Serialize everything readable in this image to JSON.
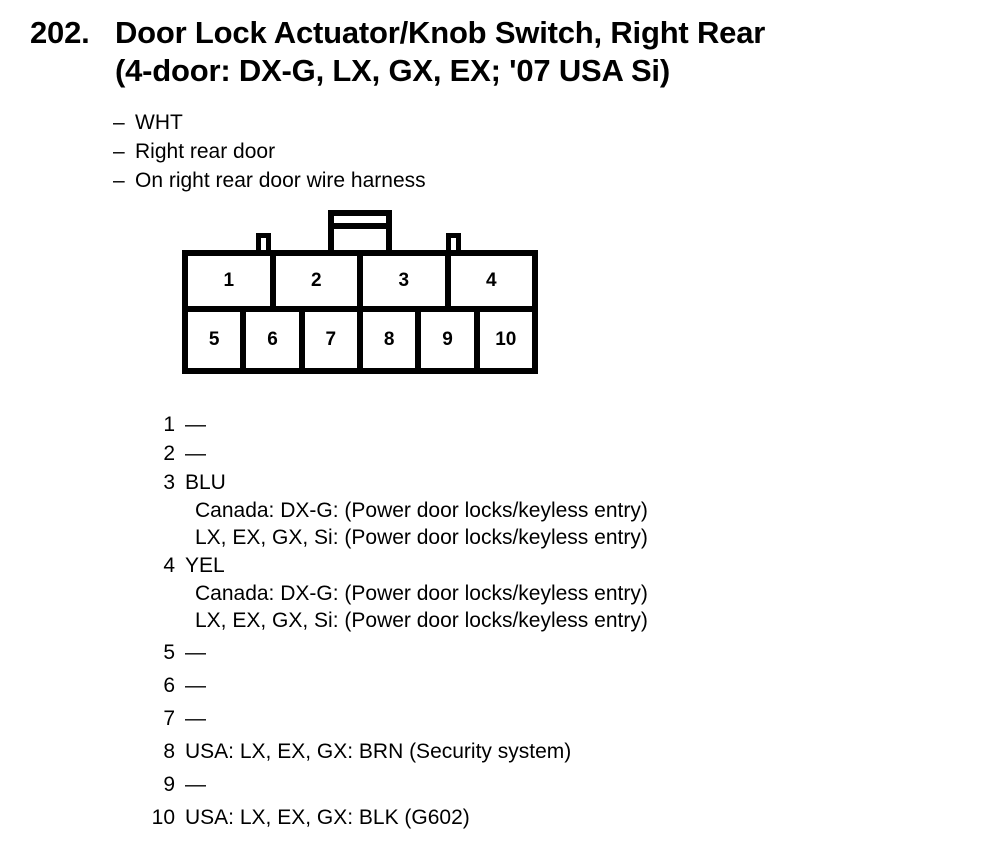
{
  "title": {
    "number": "202.",
    "line1": "Door Lock Actuator/Knob Switch, Right Rear",
    "line2": "(4-door: DX-G, LX, GX, EX; '07 USA Si)"
  },
  "notes": {
    "dash": "–",
    "items": [
      "WHT",
      "Right rear door",
      "On right rear door wire harness"
    ]
  },
  "connector": {
    "top_row": [
      "1",
      "2",
      "3",
      "4"
    ],
    "bottom_row": [
      "5",
      "6",
      "7",
      "8",
      "9",
      "10"
    ]
  },
  "pin_legend": [
    {
      "num": "1",
      "value": "—",
      "sub": []
    },
    {
      "num": "2",
      "value": "—",
      "sub": []
    },
    {
      "num": "3",
      "value": "BLU",
      "sub": [
        "Canada: DX-G: (Power door locks/keyless entry)",
        "LX, EX, GX, Si: (Power door locks/keyless entry)"
      ]
    },
    {
      "num": "4",
      "value": "YEL",
      "sub": [
        "Canada: DX-G: (Power door locks/keyless entry)",
        "LX, EX, GX, Si: (Power door locks/keyless entry)"
      ]
    },
    {
      "num": "5",
      "value": "—",
      "sub": []
    },
    {
      "num": "6",
      "value": "—",
      "sub": []
    },
    {
      "num": "7",
      "value": "—",
      "sub": []
    },
    {
      "num": "8",
      "value": "USA: LX, EX, GX: BRN (Security system)",
      "sub": []
    },
    {
      "num": "9",
      "value": "—",
      "sub": []
    },
    {
      "num": "10",
      "value": "USA: LX, EX, GX: BLK (G602)",
      "sub": []
    }
  ]
}
